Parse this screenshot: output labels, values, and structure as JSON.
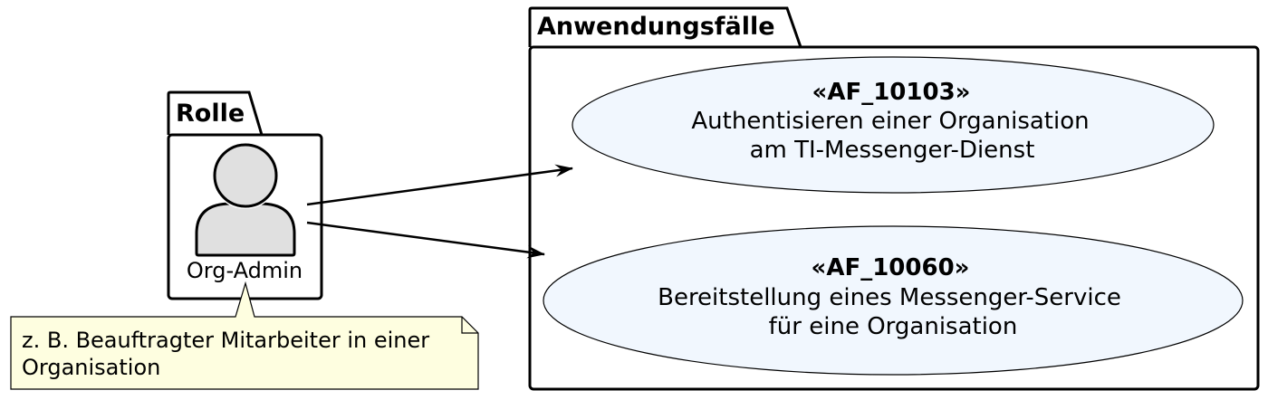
{
  "packages": {
    "role": {
      "title": "Rolle"
    },
    "usecases": {
      "title": "Anwendungsfälle"
    }
  },
  "actor": {
    "label": "Org-Admin",
    "icon": "person-icon"
  },
  "usecases": [
    {
      "stereotype": "«AF_10103»",
      "line1": "Authentisieren einer Organisation",
      "line2": "am TI-Messenger-Dienst"
    },
    {
      "stereotype": "«AF_10060»",
      "line1": "Bereitstellung eines Messenger-Service",
      "line2": "für eine Organisation"
    }
  ],
  "note": {
    "line1": "z. B. Beauftragter Mitarbeiter in einer",
    "line2": "Organisation"
  },
  "colors": {
    "usecase_fill": "#f1f7fe",
    "note_fill": "#fefee0",
    "actor_fill": "#e0e0e0"
  }
}
